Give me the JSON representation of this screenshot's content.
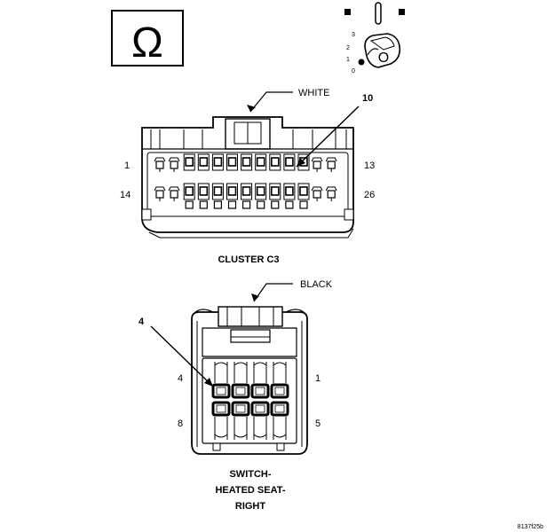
{
  "ohm_symbol": "Ω",
  "key_positions": [
    "3",
    "2",
    "1",
    "0"
  ],
  "key_label": "O",
  "cluster": {
    "wire_color": "WHITE",
    "callout_pin": "10",
    "pin_left_top": "1",
    "pin_left_bottom": "14",
    "pin_right_top": "13",
    "pin_right_bottom": "26",
    "title": "CLUSTER C3"
  },
  "switch": {
    "wire_color": "BLACK",
    "callout_pin": "4",
    "pin_left_top": "4",
    "pin_left_bottom": "8",
    "pin_right_top": "1",
    "pin_right_bottom": "5",
    "title_lines": [
      "SWITCH-",
      "HEATED SEAT-",
      "RIGHT"
    ]
  },
  "figure_id": "8137f25b",
  "colors": {
    "line": "#000000",
    "background": "#ffffff"
  }
}
